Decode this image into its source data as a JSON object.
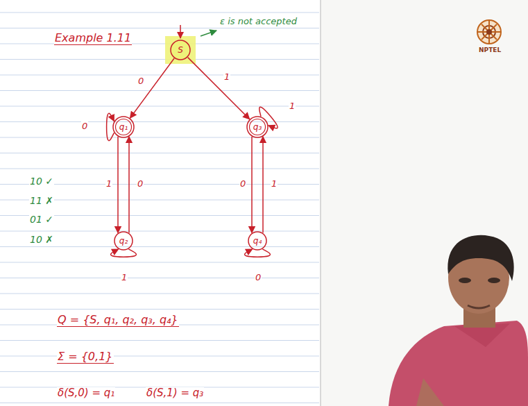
{
  "diagram": {
    "nodes": [
      {
        "text": [
          "S"
        ]
      },
      {
        "text": [
          "q₁"
        ]
      },
      {
        "text": [
          "q₃"
        ]
      },
      {
        "text": [
          "q₂"
        ]
      },
      {
        "text": [
          "q₄"
        ]
      }
    ],
    "edges": [
      {
        "from": 0,
        "to": 1,
        "arrow": "to",
        "label": "0"
      },
      {
        "from": 0,
        "to": 2,
        "arrow": "to",
        "label": "1"
      },
      {
        "from": 1,
        "to": 1,
        "arrow": "to",
        "label": "0"
      },
      {
        "from": 2,
        "to": 2,
        "arrow": "to",
        "label": "1"
      },
      {
        "from": 1,
        "to": 3,
        "arrow": "to",
        "label": "1"
      },
      {
        "from": 3,
        "to": 1,
        "arrow": "to",
        "label": "0"
      },
      {
        "from": 2,
        "to": 4,
        "arrow": "to",
        "label": "0"
      },
      {
        "from": 4,
        "to": 2,
        "arrow": "to",
        "label": "1"
      },
      {
        "from": 3,
        "to": 3,
        "arrow": "to",
        "label": "1"
      },
      {
        "from": 4,
        "to": 4,
        "arrow": "to",
        "label": "0"
      }
    ],
    "labels": [
      "Example 1.11",
      "ε is not accepted",
      "10 ✓",
      "11 ✗",
      "01 ✓",
      "10 ✗",
      "Q = {S, q₁, q₂, q₃, q₄}",
      "Σ = {0,1}",
      "δ(S,0) = q₁",
      "δ(S,1) = q₃",
      "NPTEL"
    ]
  }
}
